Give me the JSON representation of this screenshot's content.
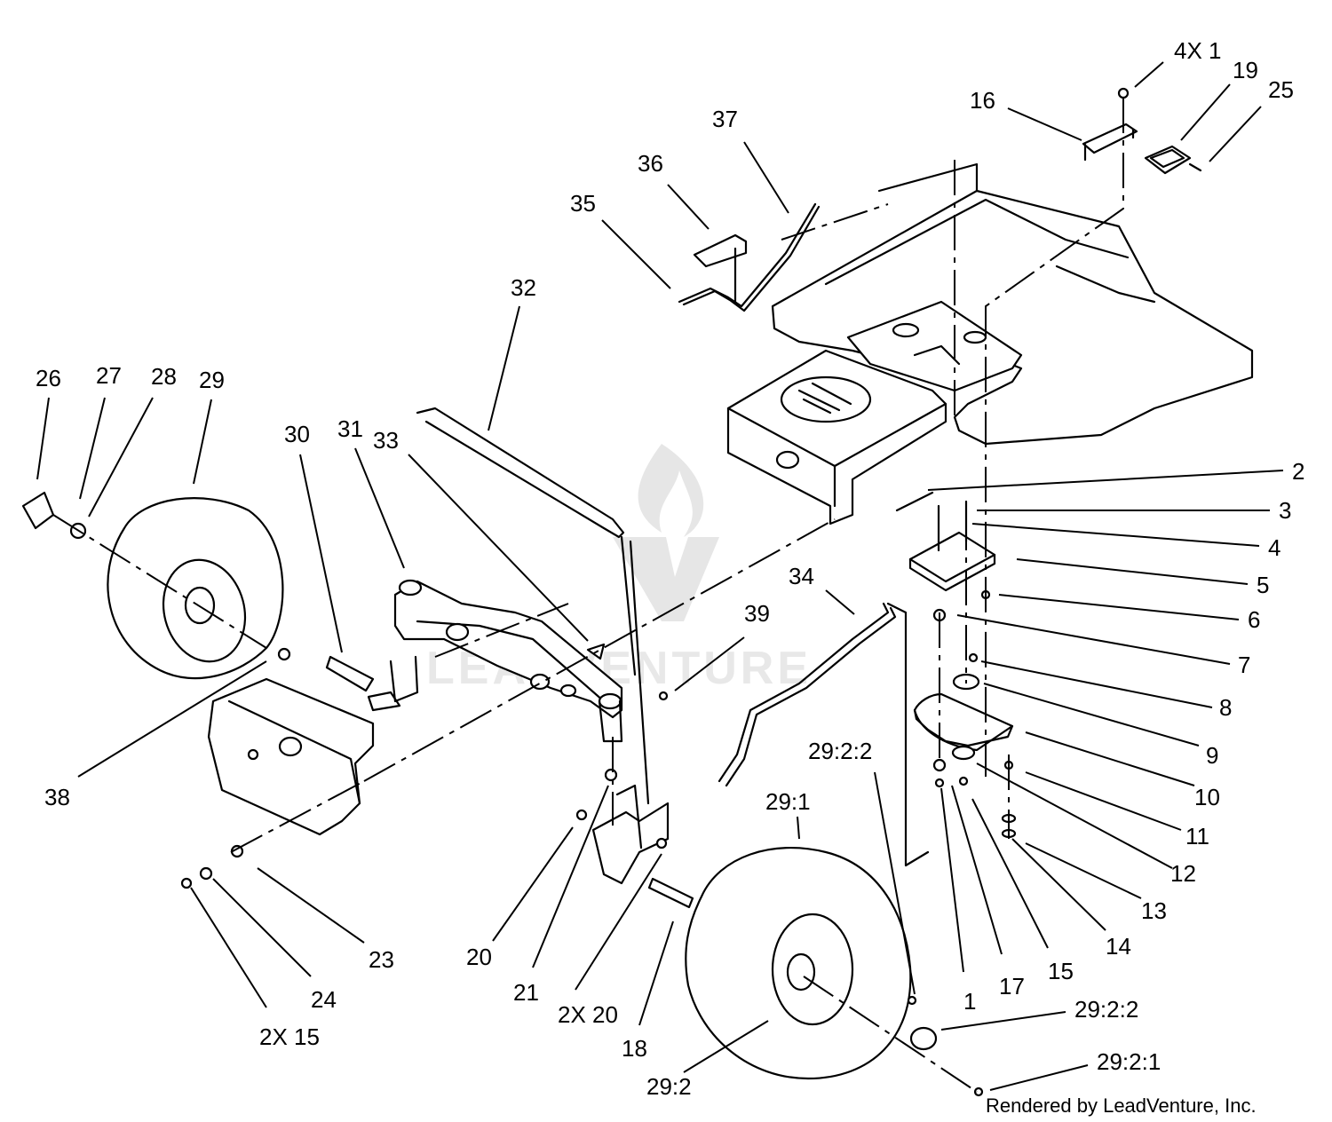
{
  "watermark": {
    "text": "LEADVENTURE"
  },
  "footer": {
    "credit": "Rendered by LeadVenture, Inc."
  },
  "callouts": [
    {
      "label": "4X 1"
    },
    {
      "label": "19"
    },
    {
      "label": "25"
    },
    {
      "label": "16"
    },
    {
      "label": "37"
    },
    {
      "label": "36"
    },
    {
      "label": "35"
    },
    {
      "label": "32"
    },
    {
      "label": "26"
    },
    {
      "label": "27"
    },
    {
      "label": "28"
    },
    {
      "label": "29"
    },
    {
      "label": "30"
    },
    {
      "label": "31"
    },
    {
      "label": "33"
    },
    {
      "label": "2"
    },
    {
      "label": "3"
    },
    {
      "label": "4"
    },
    {
      "label": "5"
    },
    {
      "label": "6"
    },
    {
      "label": "34"
    },
    {
      "label": "39"
    },
    {
      "label": "7"
    },
    {
      "label": "8"
    },
    {
      "label": "9"
    },
    {
      "label": "10"
    },
    {
      "label": "11"
    },
    {
      "label": "12"
    },
    {
      "label": "13"
    },
    {
      "label": "14"
    },
    {
      "label": "38"
    },
    {
      "label": "29:2:2"
    },
    {
      "label": "29:1"
    },
    {
      "label": "23"
    },
    {
      "label": "24"
    },
    {
      "label": "2X 15"
    },
    {
      "label": "20"
    },
    {
      "label": "21"
    },
    {
      "label": "2X 20"
    },
    {
      "label": "18"
    },
    {
      "label": "1"
    },
    {
      "label": "17"
    },
    {
      "label": "15"
    },
    {
      "label": "29:2:2"
    },
    {
      "label": "29:2"
    },
    {
      "label": "29:2:1"
    }
  ]
}
